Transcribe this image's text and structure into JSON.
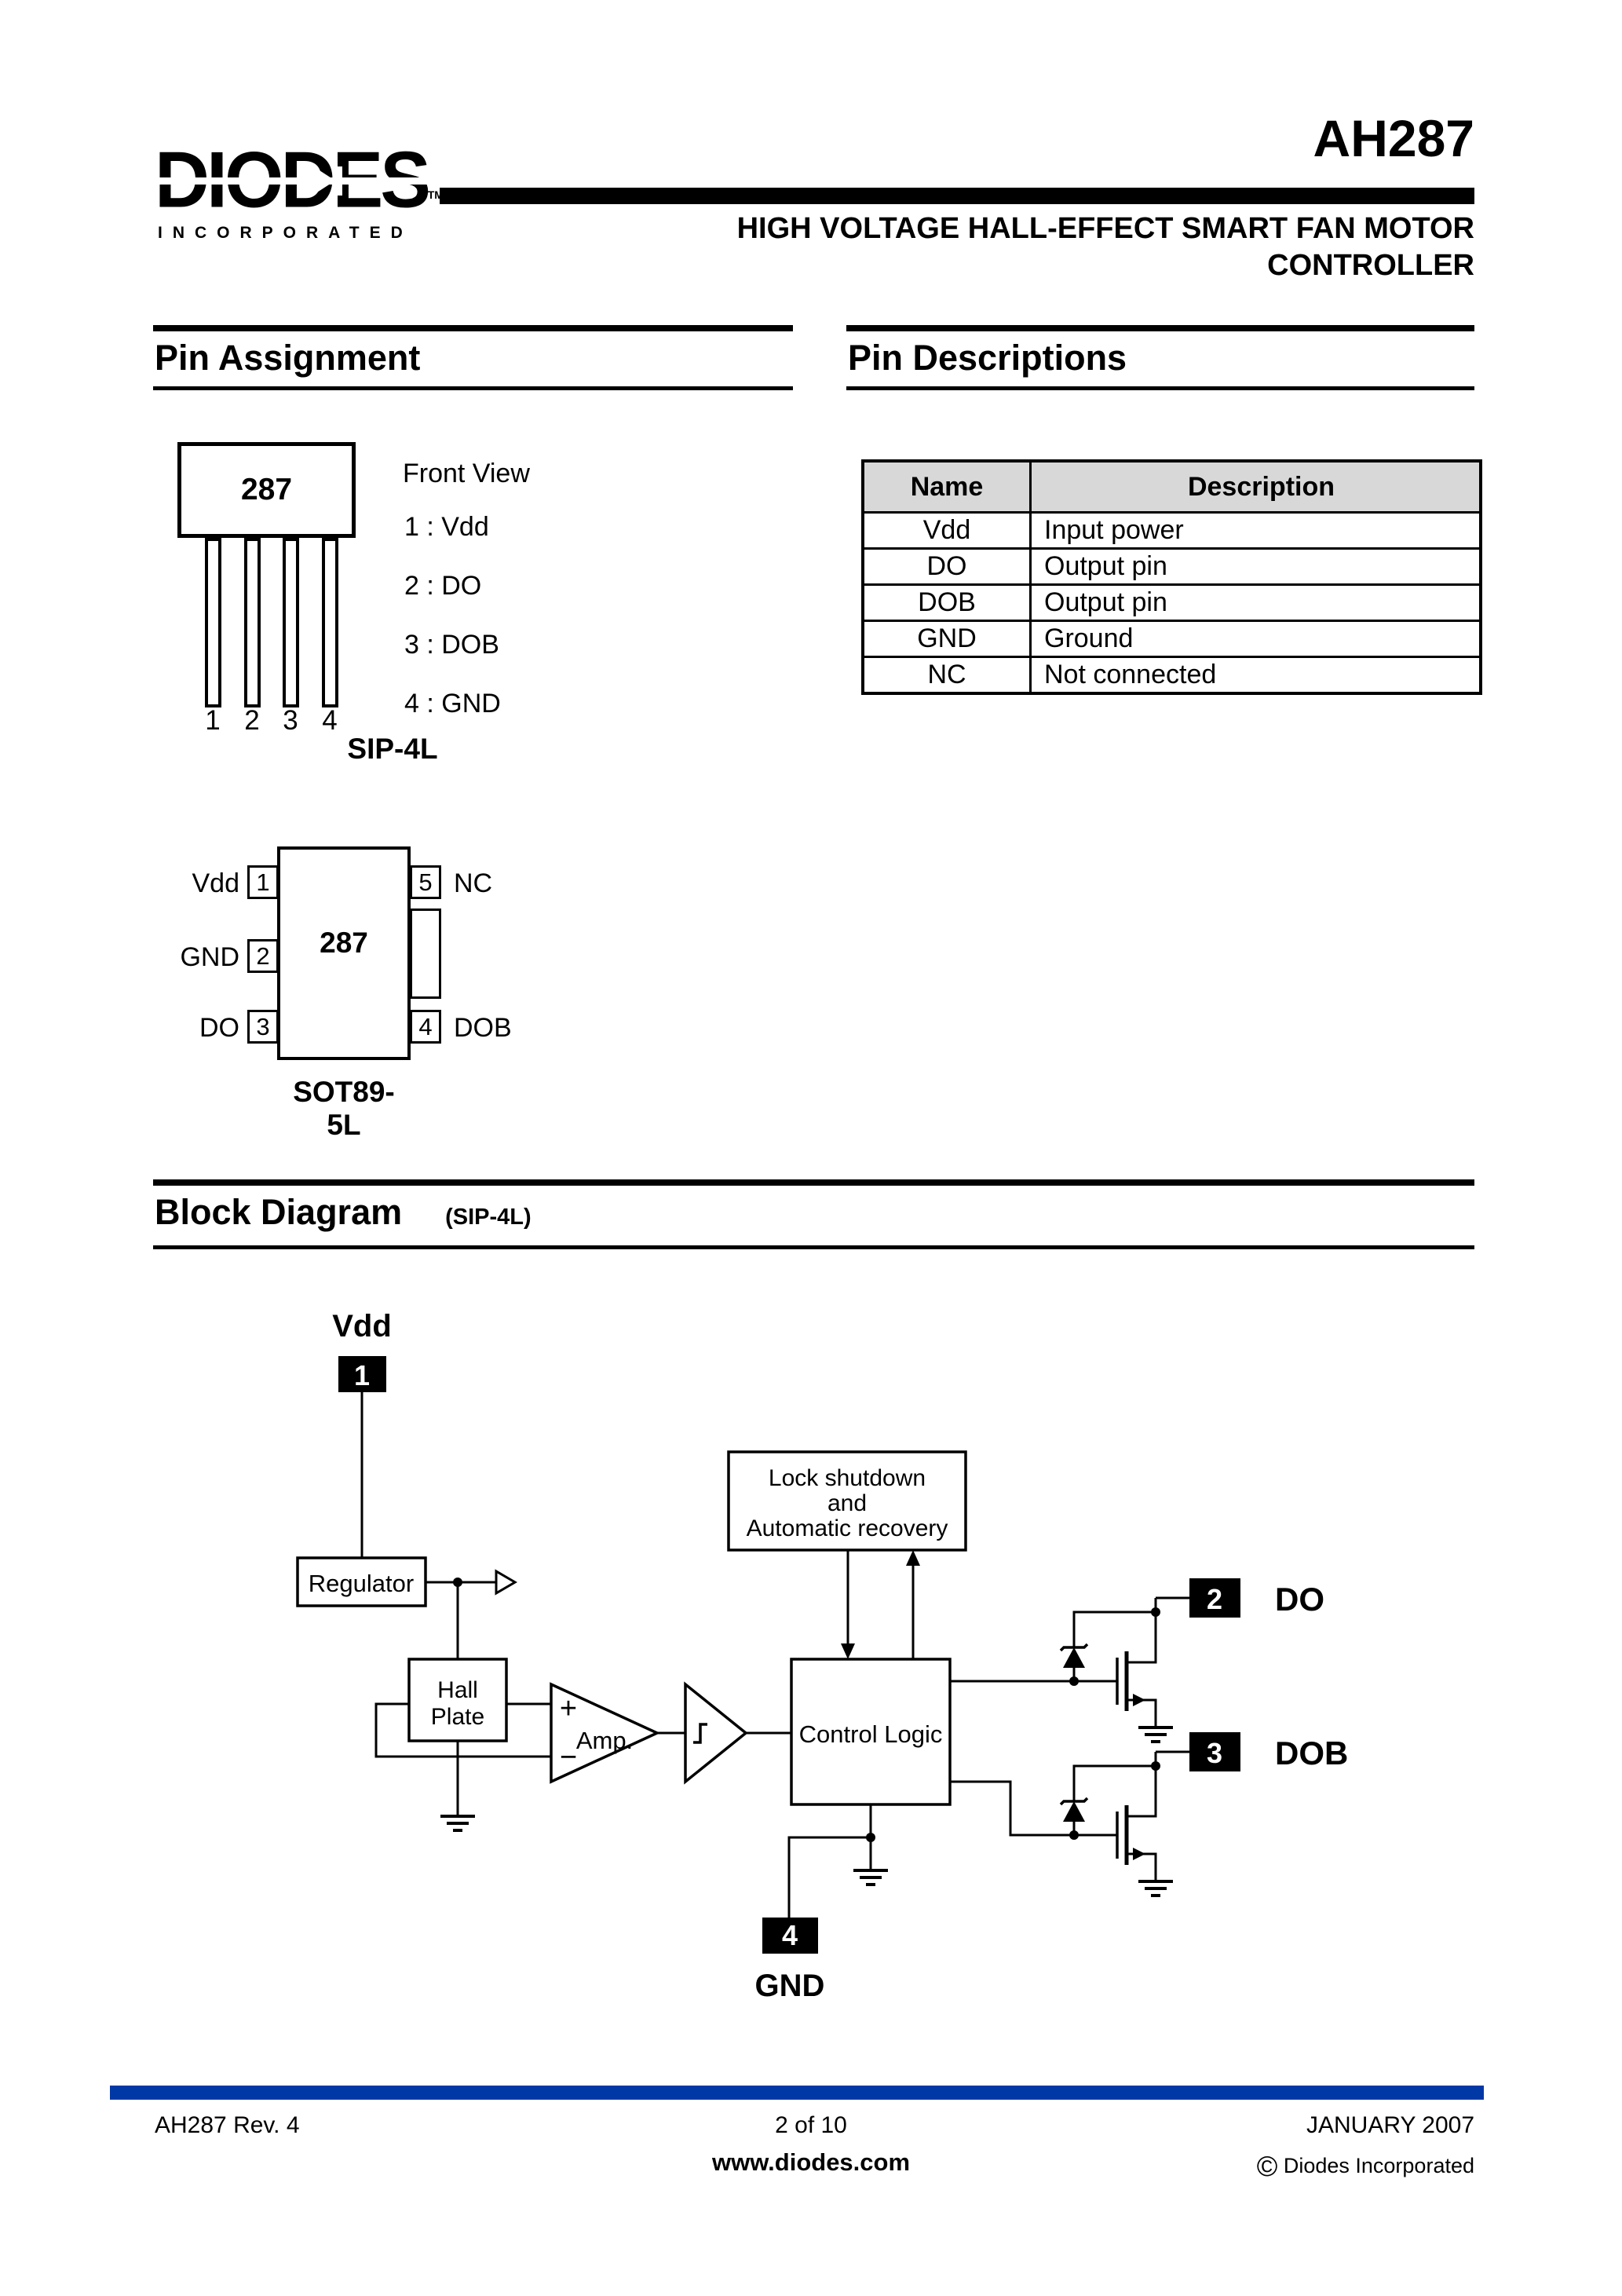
{
  "header": {
    "logo": {
      "brand": "DIODES",
      "tm": "TM",
      "sub": "INCORPORATED"
    },
    "part_number": "AH287",
    "subtitle_line1": "HIGH VOLTAGE HALL-EFFECT SMART FAN MOTOR",
    "subtitle_line2": "CONTROLLER"
  },
  "sections": {
    "pin_assignment": "Pin Assignment",
    "pin_descriptions": "Pin Descriptions",
    "block_diagram": "Block Diagram",
    "block_diagram_sub": "(SIP-4L)"
  },
  "sip4l": {
    "chip_label": "287",
    "view_label": "Front View",
    "pin_numbers": [
      "1",
      "2",
      "3",
      "4"
    ],
    "pin_list": [
      "1 : Vdd",
      "2 : DO",
      "3 : DOB",
      "4 : GND"
    ],
    "caption": "SIP-4L"
  },
  "pin_table": {
    "headers": [
      "Name",
      "Description"
    ],
    "rows": [
      [
        "Vdd",
        "Input power"
      ],
      [
        "DO",
        "Output pin"
      ],
      [
        "DOB",
        "Output pin"
      ],
      [
        "GND",
        "Ground"
      ],
      [
        "NC",
        "Not connected"
      ]
    ]
  },
  "sot89": {
    "chip_label": "287",
    "left_pins": [
      {
        "label": "Vdd",
        "number": "1"
      },
      {
        "label": "GND",
        "number": "2"
      },
      {
        "label": "DO",
        "number": "3"
      }
    ],
    "right_pins": [
      {
        "label": "NC",
        "number": "5"
      },
      {
        "label": "DOB",
        "number": "4"
      }
    ],
    "caption": "SOT89-5L"
  },
  "block_diagram": {
    "vdd_label": "Vdd",
    "pin1": "1",
    "pin2": "2",
    "pin3": "3",
    "pin4": "4",
    "do_label": "DO",
    "dob_label": "DOB",
    "gnd_label": "GND",
    "regulator": "Regulator",
    "hall_line1": "Hall",
    "hall_line2": "Plate",
    "amp_label": "Amp.",
    "plus": "+",
    "minus": "−",
    "lock_line1": "Lock shutdown",
    "lock_line2": "and",
    "lock_line3": "Automatic recovery",
    "control_logic": "Control Logic"
  },
  "footer": {
    "left": "AH287 Rev. 4",
    "page": "2 of 10",
    "website": "www.diodes.com",
    "date": "JANUARY 2007",
    "copyright_symbol": "©",
    "copyright_text": "Diodes Incorporated"
  },
  "colors": {
    "accent_blue": "#0039a6",
    "table_header_bg": "#d8d8d8"
  }
}
